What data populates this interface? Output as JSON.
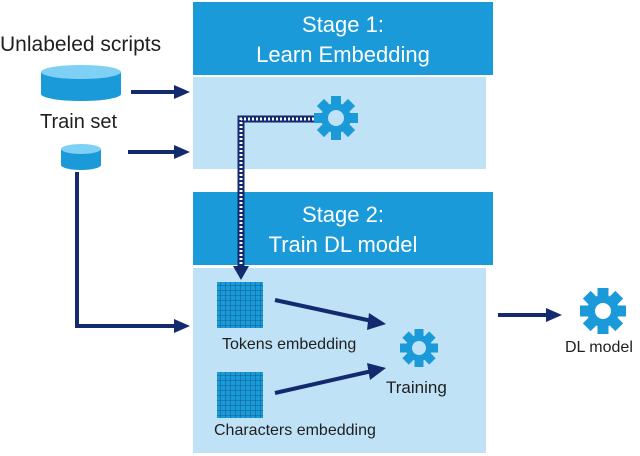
{
  "inputs": {
    "unlabeled_label": "Unlabeled scripts",
    "train_label": "Train set"
  },
  "stage1": {
    "line1": "Stage 1:",
    "line2": "Learn Embedding"
  },
  "stage2": {
    "line1": "Stage 2:",
    "line2": "Train DL model"
  },
  "embeddings": {
    "tokens_label": "Tokens embedding",
    "chars_label": "Characters embedding"
  },
  "training_label": "Training",
  "output_label": "DL model",
  "colors": {
    "header_blue": "#1a9ad9",
    "panel_light": "#bfe2f6",
    "navy": "#142a6e",
    "cyl_top": "#7fd0f5",
    "cyl_body": "#1a9ad9",
    "gear": "#1a9ad9",
    "matrix": "#1a9ad9"
  }
}
